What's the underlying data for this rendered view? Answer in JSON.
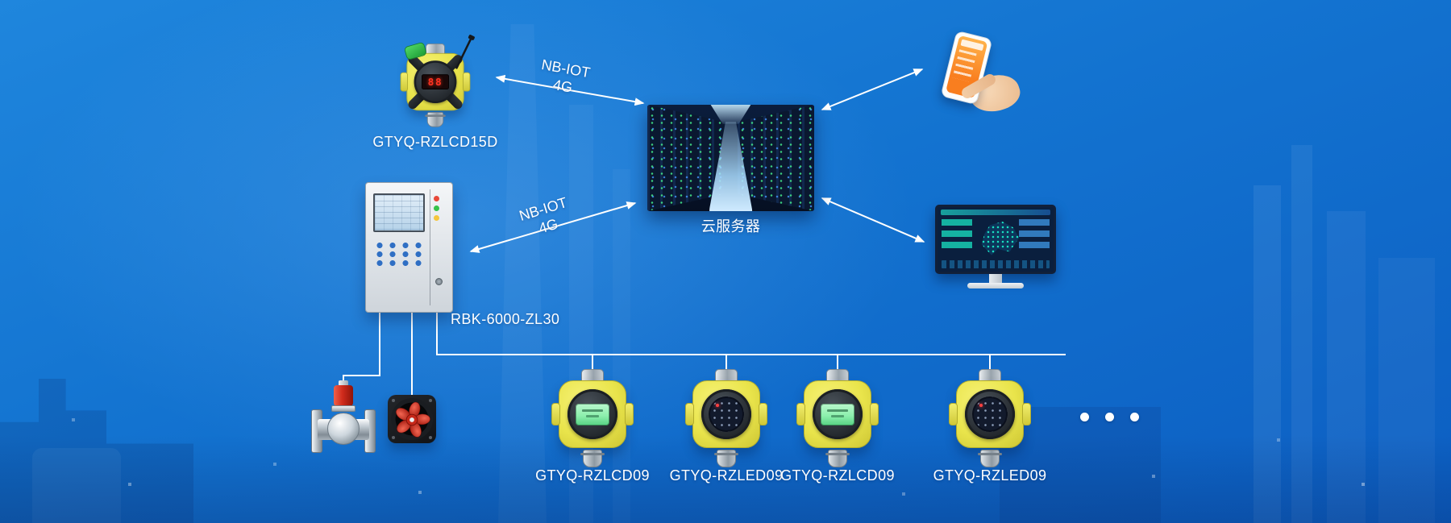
{
  "colors": {
    "background_top": "#1f86dd",
    "background_bottom": "#0c5ec2",
    "connector_line": "#ffffff",
    "label_text": "#ffffff",
    "detector_yellow": "#e9e44b",
    "lcd_green": "#8df0ad",
    "alarm_red": "#cf2b1c",
    "button_blue": "#2f6fc4",
    "phone_screen_orange": "#f97e1f",
    "dashboard_teal": "#19e3c2",
    "fan_red": "#c6281a"
  },
  "nodes": {
    "wireless_detector": {
      "label": "GTYQ-RZLCD15D",
      "display_value": "88"
    },
    "controller": {
      "label": "RBK-6000-ZL30"
    },
    "cloud_server": {
      "label": "云服务器"
    },
    "detectors": [
      {
        "label": "GTYQ-RZLCD09",
        "display": "lcd"
      },
      {
        "label": "GTYQ-RZLED09",
        "display": "led"
      },
      {
        "label": "GTYQ-RZLCD09",
        "display": "lcd"
      },
      {
        "label": "GTYQ-RZLED09",
        "display": "led"
      }
    ]
  },
  "links": {
    "wireless_to_cloud": {
      "lines": [
        "NB-IOT",
        "4G"
      ]
    },
    "controller_to_cloud": {
      "lines": [
        "NB-IOT",
        "4G"
      ]
    }
  }
}
